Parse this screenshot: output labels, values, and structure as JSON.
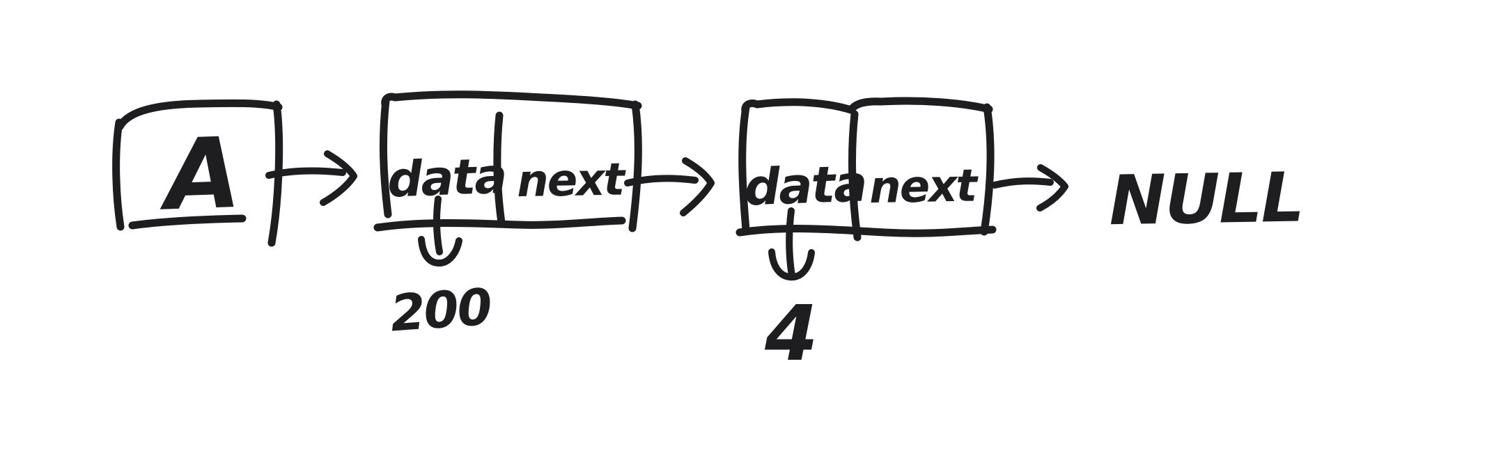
{
  "diagram": {
    "kind": "singly-linked-list-sketch",
    "colors": {
      "ink": "#1e1e21",
      "background": "#ffffff"
    },
    "head": {
      "label": "A"
    },
    "nodes": [
      {
        "field_data": "data",
        "field_next": "next",
        "value": "200"
      },
      {
        "field_data": "data",
        "field_next": "next",
        "value": "4"
      }
    ],
    "terminator": "NULL"
  }
}
